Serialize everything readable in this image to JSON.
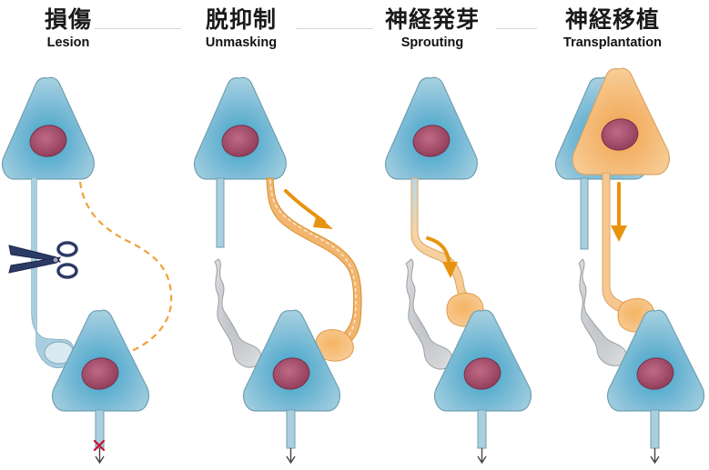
{
  "panels": [
    {
      "jp": "損傷",
      "en": "Lesion"
    },
    {
      "jp": "脱抑制",
      "en": "Unmasking"
    },
    {
      "jp": "神経発芽",
      "en": "Sprouting"
    },
    {
      "jp": "神経移植",
      "en": "Transplantation"
    }
  ],
  "colors": {
    "cell_fill": "#9cc9db",
    "cell_core": "#3aa3c8",
    "nucleus": "#a04a66",
    "orange": "#f0a23a",
    "orange_fill": "#f6c88f",
    "gray_axon": "#c7c9cb",
    "scissors": "#2c3a66",
    "cut_mark": "#c8102e"
  },
  "icons": [
    "scissors-icon",
    "cut-mark-icon",
    "arrow-icon"
  ]
}
